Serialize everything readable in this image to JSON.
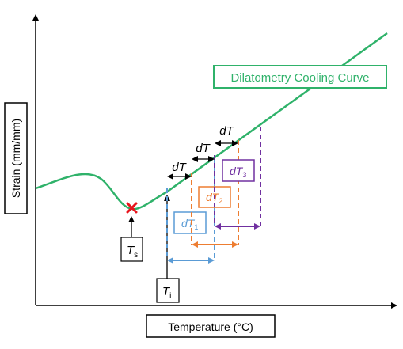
{
  "axes": {
    "x_label": "Temperature (°C)",
    "y_label": "Strain (mm/mm)"
  },
  "curve": {
    "legend_label": "Dilatometry Cooling Curve",
    "color": "#2fb26a"
  },
  "points": {
    "ts_main": "T",
    "ts_sub": "s",
    "ti_main": "T",
    "ti_sub": "i",
    "ts_marker_color": "#e8141c"
  },
  "intervals": [
    {
      "name": "dT1",
      "color": "#5a9bd5",
      "label_main": "dT",
      "label_sub": "1"
    },
    {
      "name": "dT2",
      "color": "#ed7d31",
      "label_main": "dT",
      "label_sub": "2"
    },
    {
      "name": "dT3",
      "color": "#7030a0",
      "label_main": "dT",
      "label_sub": "3"
    }
  ],
  "step_label": "dT"
}
